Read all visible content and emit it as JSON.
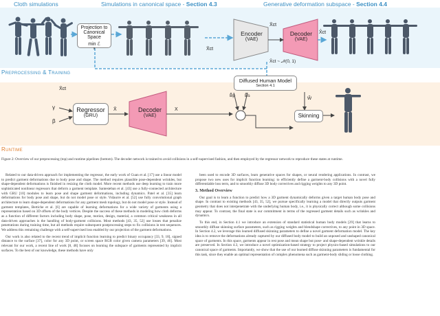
{
  "headers": {
    "cloth": "Cloth simulations",
    "canonical_prefix": "Simulations in canonical space - ",
    "canonical_section": "Section 4.3",
    "generative_prefix": "Generative deformation subspace - ",
    "generative_section": "Section 4.4"
  },
  "band_labels": {
    "preprocessing": "Preprocessing & Training",
    "runtime": "Runtime"
  },
  "diagram": {
    "projection_title": "Projection to Canonical Space",
    "projection_formula": "min ℰ",
    "projection_sub": "x",
    "encoder": "Encoder",
    "encoder_sub": "(VAE)",
    "decoder": "Decoder",
    "decoder_sub": "(VAE)",
    "regressor": "Regressor",
    "regressor_sub": "(GRU)",
    "decoder2": "Decoder",
    "decoder2_sub": "(VAE)",
    "diffused_title": "Diffused Human Model",
    "diffused_section": "Section 4.1",
    "skinning": "Skinning",
    "x_ct": "X̄ct",
    "x_ct_enc": "X̄ct",
    "x_ct_out": "X̂ct",
    "x_prior": "X̄ct ~ 𝒩(0, 1)",
    "x_ct_run": "X̄ct",
    "gamma": "γ",
    "beta": "β",
    "xbar": "X̄",
    "x": "X",
    "bp": "B̃p",
    "bs": "B̃s",
    "w": "W̃",
    "plus": "+"
  },
  "caption": "Figure 2: Overview of our preprocessing (top) and runtime pipelines (bottom). The decoder network is trained to avoid collisions in a self-supervised fashion, and then employed by the regressor network to reproduce these states at runtime.",
  "left_col": [
    "Related to our data-driven approach for implementing the regressor, the early work of Guan et al. [17] use a linear model to predict garment deformations due to body pose and shape. The method requires plausible pose-dependent wrinkles, but shape-dependent deformations is finished in resizing the cloth model. More recent methods use deep learning to train more sophisticated nonlinear regressors that deform a garment template. Santesteban et al. [43] use a fully-connected architecture with GRU [10] modules to learn pose and shape garment deformations, including dynamics. Patel et al. [35] learn deformations for body pose and shape, but do not model pose or style. Vidaurre et al. [52] use fully convolutional graph architecture to learn shape-dependent deformations for any garment mesh topology, but do not model pose or style. Instead of garment templates, Bertiche et al. [6] are capable of learning deformations for a wide variety of garments using a representation based on 3D offsets of the body vertices. Despite the success of these methods in modeling how cloth deforms as a function of different factors including body shape, pose, motion, design, material, a common critical weakness in all data-driven approaches is the handling of body-garment collisions. Most methods [43, 35, 52] use losses that penalize penetrations during training time, but all methods require subsequent postprocessing steps to fix collisions in test sequences. We address this remaining challenge with a self-supervised loss enabled by our projection of the garment deformations.",
    "Our work is also related to the recent trend of implicit function learning to predict binary occupancy [33, 9, 18], signed distance to the surface [37], color for any 3D point, or screen space RGB color given camera parameters [39, 46]. Most relevant for our work, a recent line of work [8, 48] focuses on learning the subspace of garments represented by implicit surfaces. To the best of our knowledge, these methods have only"
  ],
  "right_col": [
    "been used to encode 3D surfaces, learn generative spaces for shapes, or neural rendering applications. In contrast, we propose two new uses for implicit function learning: to efficiently define a garment-body collisions with a novel fully differentiable loss term, and to smoothly diffuse 3D body correctives and rigging weights to any 3D point.",
    "Our goal is to learn a function to predict how a 3D garment dynamically deforms given a target human body pose and shape. In contrast to existing methods [43, 35, 52], we pursue specifically learning a model that directly outputs garment geometry that does not interpenetrate with the underlying human body, i.e., it is physically correct although some collisions may appear. To contrast, the final state is our commitment in terms of the regressed garment details such as wrinkles and dynamics.",
    "To this end, in Section 4.1 we introduce an extension of standard statistical human body models [29] that learns to smoothly diffuse skinning surface parameters, such as rigging weights and blendshape correctives, to any point in 3D space. In Section 4.2, we leverage this learned diffused skinning parameters to define a novel garment deformation model. The key idea is to remove the deformations already captured by our diffused body model to build an unposed and unshaped canonical space of garments. In this space, garments appear in rest pose and mean shape but pose- and shape-dependent wrinkle details are preserved. In Section 4.3, we introduce a novel optimization-based strategy to project physics-based simulations to our canonical space of garments. Importantly, we show that the use of our learned diffuse skinning parameters is fundamental for this task, since they enable an optimal representation of complex phenomena such as garment-body sliding or loose clothing."
  ],
  "method_heading": "3. Method Overview"
}
